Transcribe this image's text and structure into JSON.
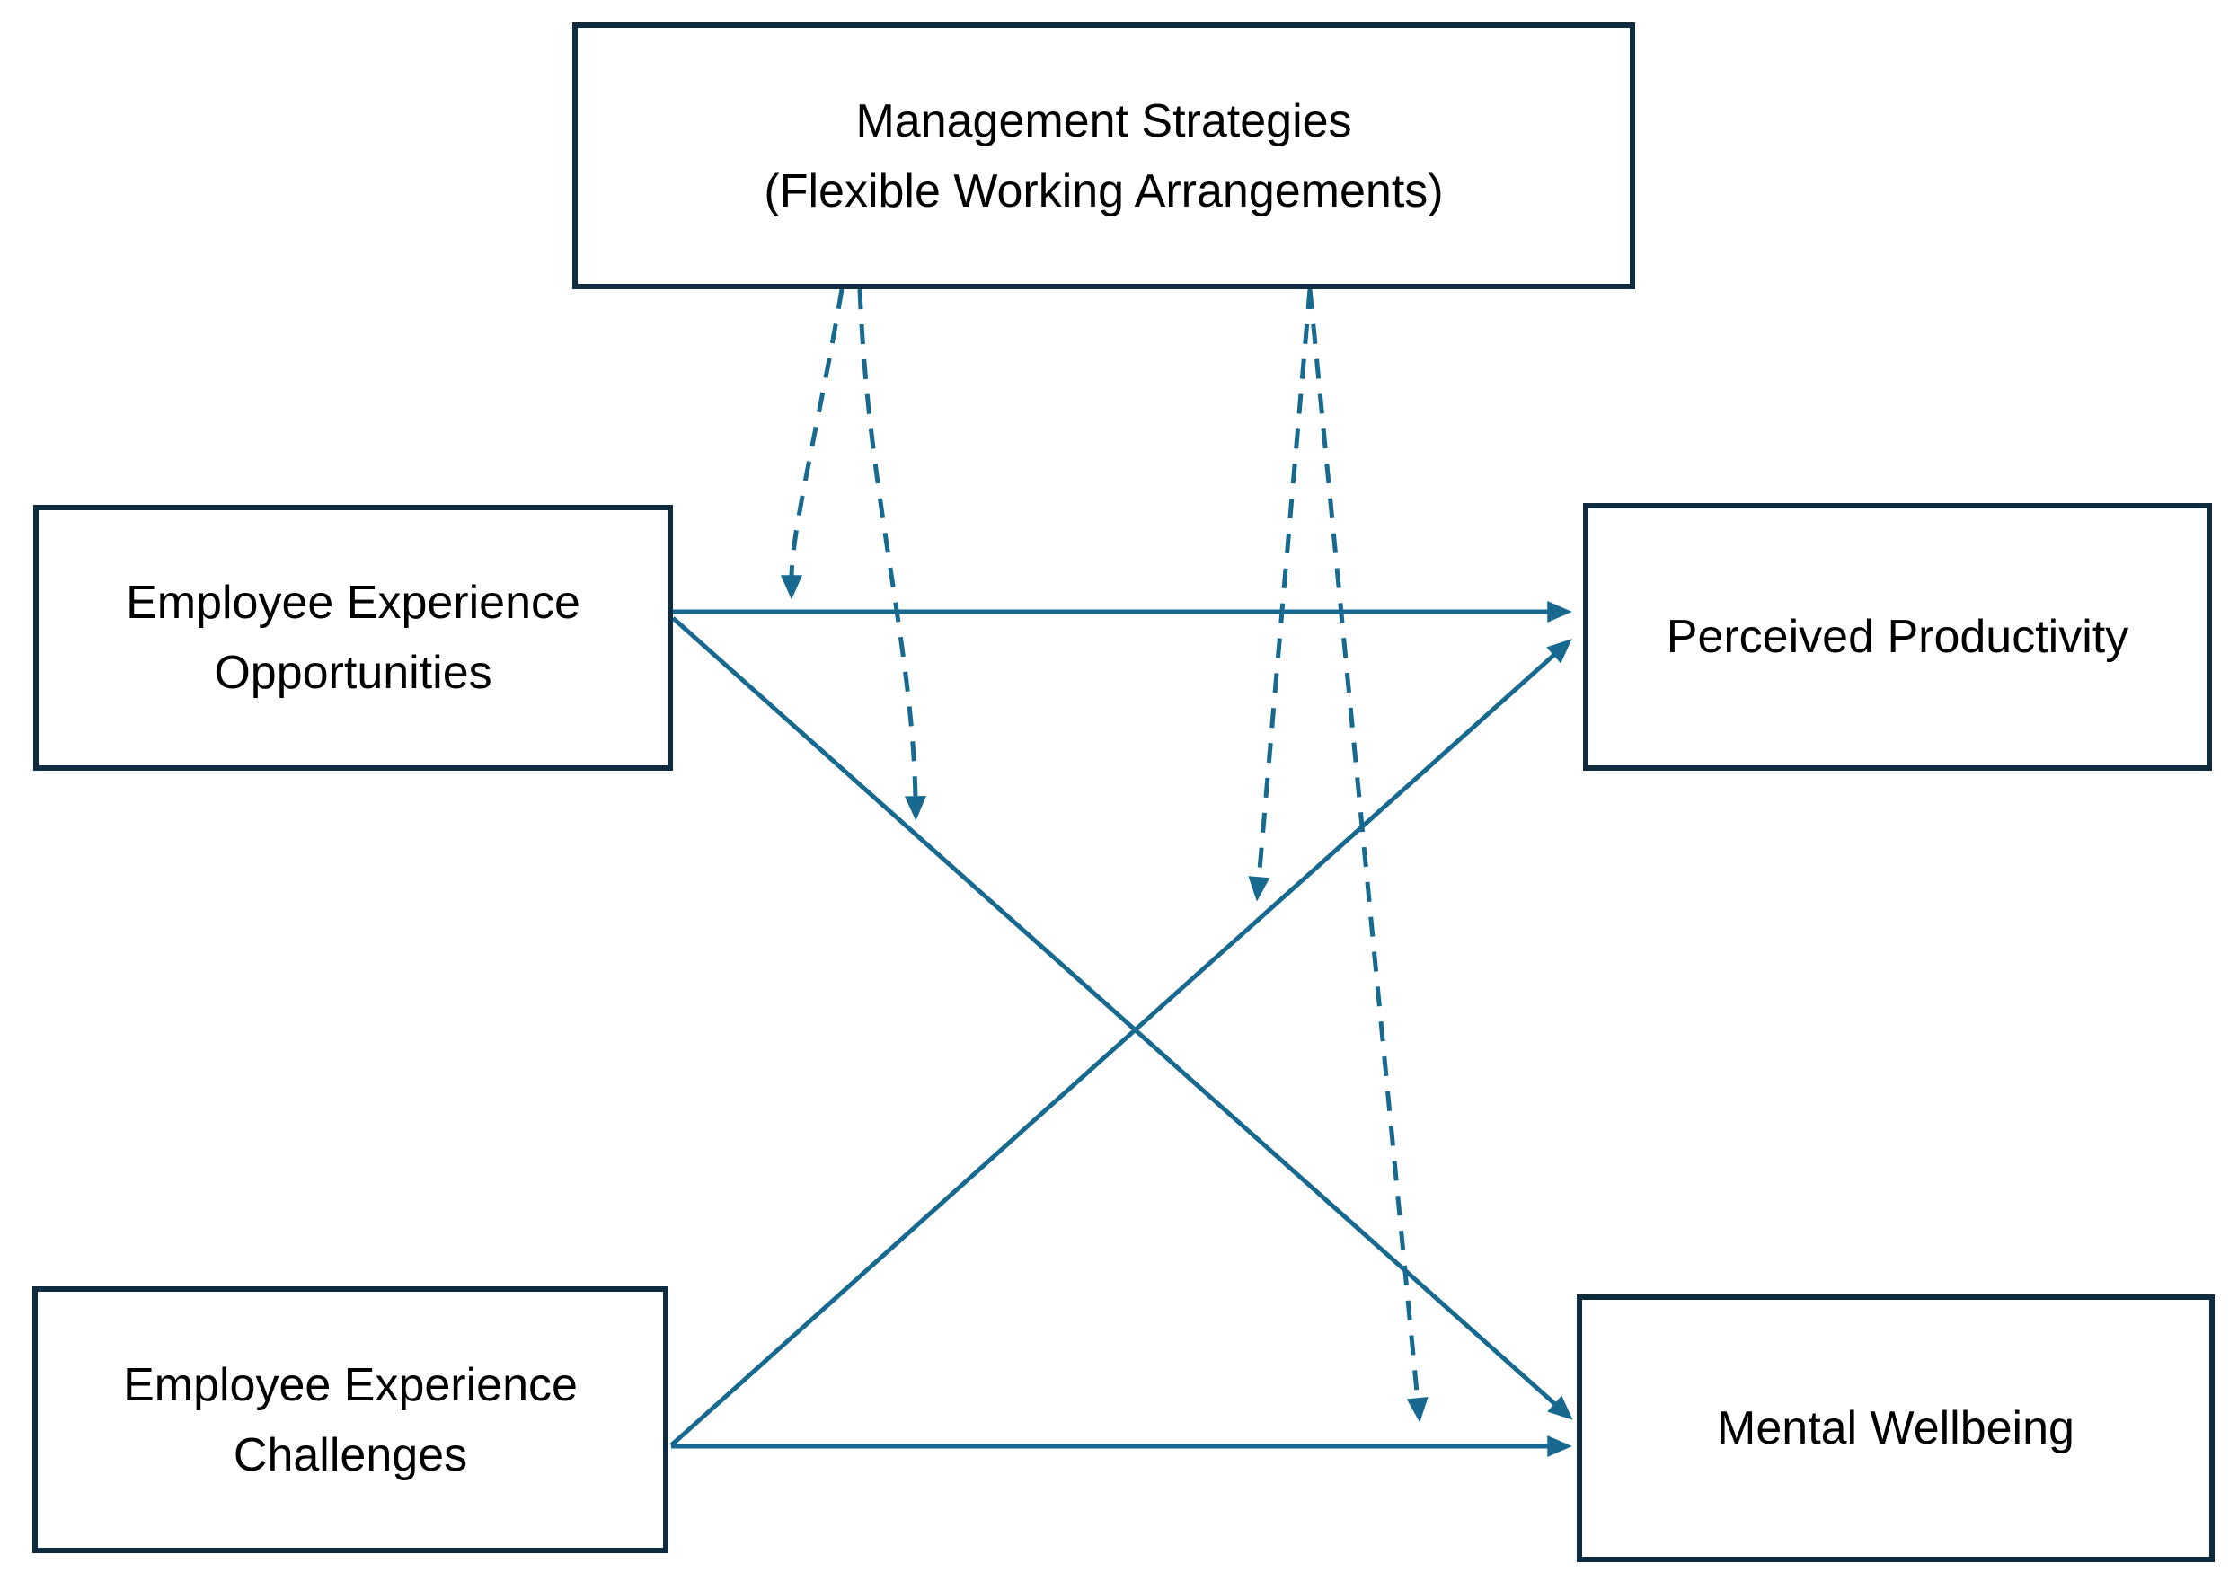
{
  "diagram": {
    "background_color": "#ffffff",
    "colors": {
      "node_border": "#0e2b40",
      "arrow": "#17698f",
      "dashed_arrow": "#17698f",
      "text": "#000000"
    },
    "nodes": {
      "management": {
        "lines": [
          "Management Strategies",
          "(Flexible Working Arrangements)"
        ]
      },
      "opportunities": {
        "lines": [
          "Employee Experience",
          "Opportunities"
        ]
      },
      "productivity": {
        "label": "Perceived Productivity"
      },
      "challenges": {
        "lines": [
          "Employee Experience",
          "Challenges"
        ]
      },
      "wellbeing": {
        "label": "Mental Wellbeing"
      }
    },
    "edges": [
      {
        "id": "opportunities-to-productivity",
        "from": "Employee Experience Opportunities",
        "to": "Perceived Productivity",
        "style": "solid"
      },
      {
        "id": "opportunities-to-wellbeing",
        "from": "Employee Experience Opportunities",
        "to": "Mental Wellbeing",
        "style": "solid"
      },
      {
        "id": "challenges-to-productivity",
        "from": "Employee Experience Challenges",
        "to": "Perceived Productivity",
        "style": "solid"
      },
      {
        "id": "challenges-to-wellbeing",
        "from": "Employee Experience Challenges",
        "to": "Mental Wellbeing",
        "style": "solid"
      },
      {
        "id": "management-moderates-opportunities-productivity",
        "from": "Management Strategies (Flexible Working Arrangements)",
        "to": "Opportunities-Productivity path",
        "style": "dashed"
      },
      {
        "id": "management-moderates-opportunities-wellbeing",
        "from": "Management Strategies (Flexible Working Arrangements)",
        "to": "Opportunities-Wellbeing path",
        "style": "dashed"
      },
      {
        "id": "management-moderates-challenges-productivity",
        "from": "Management Strategies (Flexible Working Arrangements)",
        "to": "Challenges-Productivity path",
        "style": "dashed"
      },
      {
        "id": "management-moderates-challenges-wellbeing",
        "from": "Management Strategies (Flexible Working Arrangements)",
        "to": "Challenges-Wellbeing path",
        "style": "dashed"
      }
    ]
  }
}
